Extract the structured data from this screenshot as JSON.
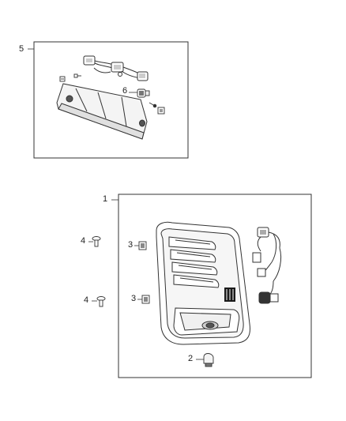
{
  "diagram": {
    "callouts": {
      "c5": "5",
      "c6": "6",
      "c1": "1",
      "c4a": "4",
      "c3a": "3",
      "c3b": "3",
      "c4b": "4",
      "c2": "2"
    },
    "colors": {
      "line": "#333333",
      "fill_light": "#f2f2f2",
      "fill_mid": "#d8d8d8",
      "fill_dark": "#1a1a1a"
    }
  }
}
